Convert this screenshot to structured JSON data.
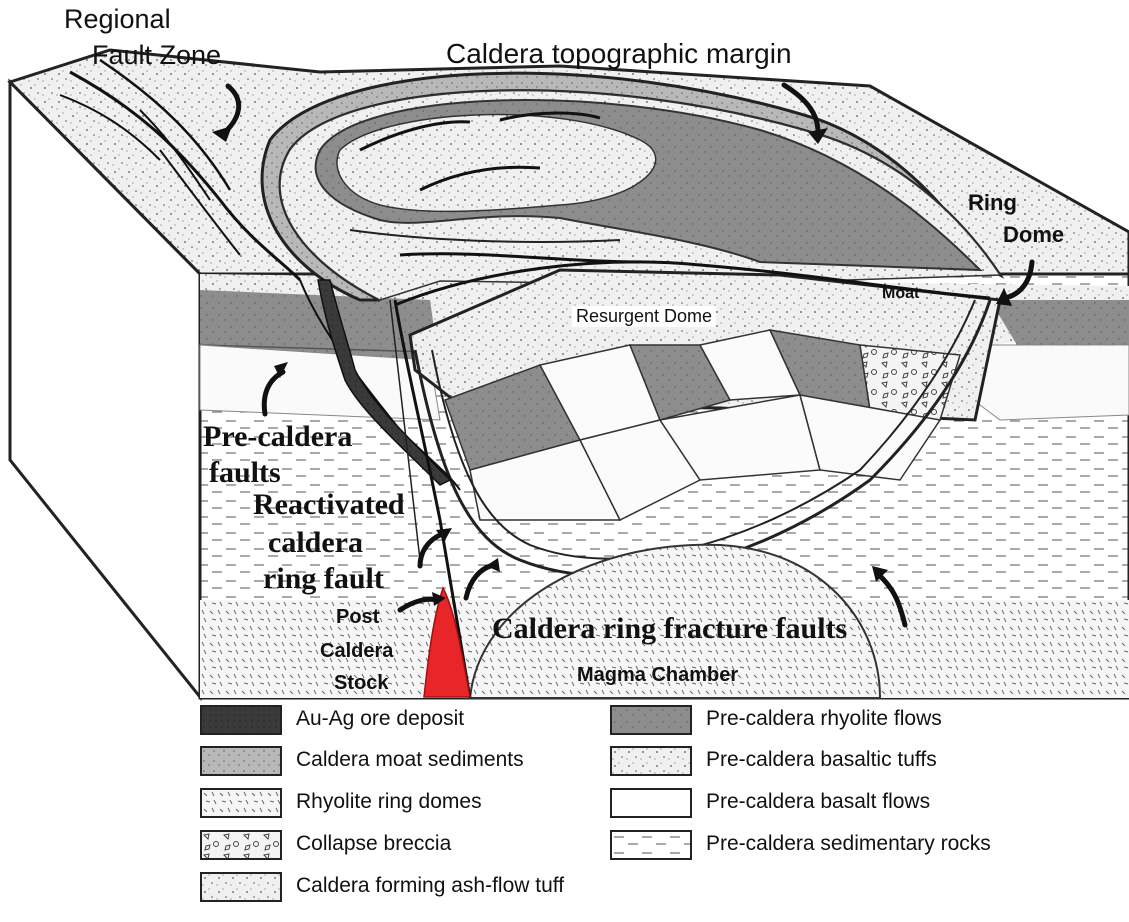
{
  "labels": {
    "regional_fault_line1": "Regional",
    "regional_fault_line2": "Fault Zone",
    "caldera_margin": "Caldera topographic margin",
    "ring_dome_line1": "Ring",
    "ring_dome_line2": "Dome",
    "moat": "Moat",
    "resurgent_dome": "Resurgent Dome",
    "pre_caldera_faults_line1": "Pre-caldera",
    "pre_caldera_faults_line2": "faults",
    "reactivated_line1": "Reactivated",
    "reactivated_line2": "caldera",
    "reactivated_line3": "ring fault",
    "post_line1": "Post",
    "post_line2": "Caldera",
    "post_line3": "Stock",
    "ring_fracture": "Caldera ring fracture faults",
    "magma_chamber": "Magma Chamber"
  },
  "colors": {
    "stock_red": "#e8262a",
    "ore": "#3a3a3a",
    "rhyolite_flows": "#8d8d8d",
    "moat_sediments": "#b9b9b9",
    "tuff": "#ececec"
  },
  "legend": [
    {
      "label": "Au-Ag ore deposit",
      "pattern": "ore"
    },
    {
      "label": "Caldera moat sediments",
      "pattern": "moat"
    },
    {
      "label": "Rhyolite ring domes",
      "pattern": "domes"
    },
    {
      "label": "Collapse breccia",
      "pattern": "breccia"
    },
    {
      "label": "Caldera forming ash-flow tuff",
      "pattern": "ashflow"
    },
    {
      "label": "Pre-caldera rhyolite flows",
      "pattern": "rhyolite"
    },
    {
      "label": "Pre-caldera basaltic tuffs",
      "pattern": "basaltic"
    },
    {
      "label": "Pre-caldera basalt flows",
      "pattern": "basalt"
    },
    {
      "label": "Pre-caldera sedimentary rocks",
      "pattern": "sedimentary"
    }
  ]
}
